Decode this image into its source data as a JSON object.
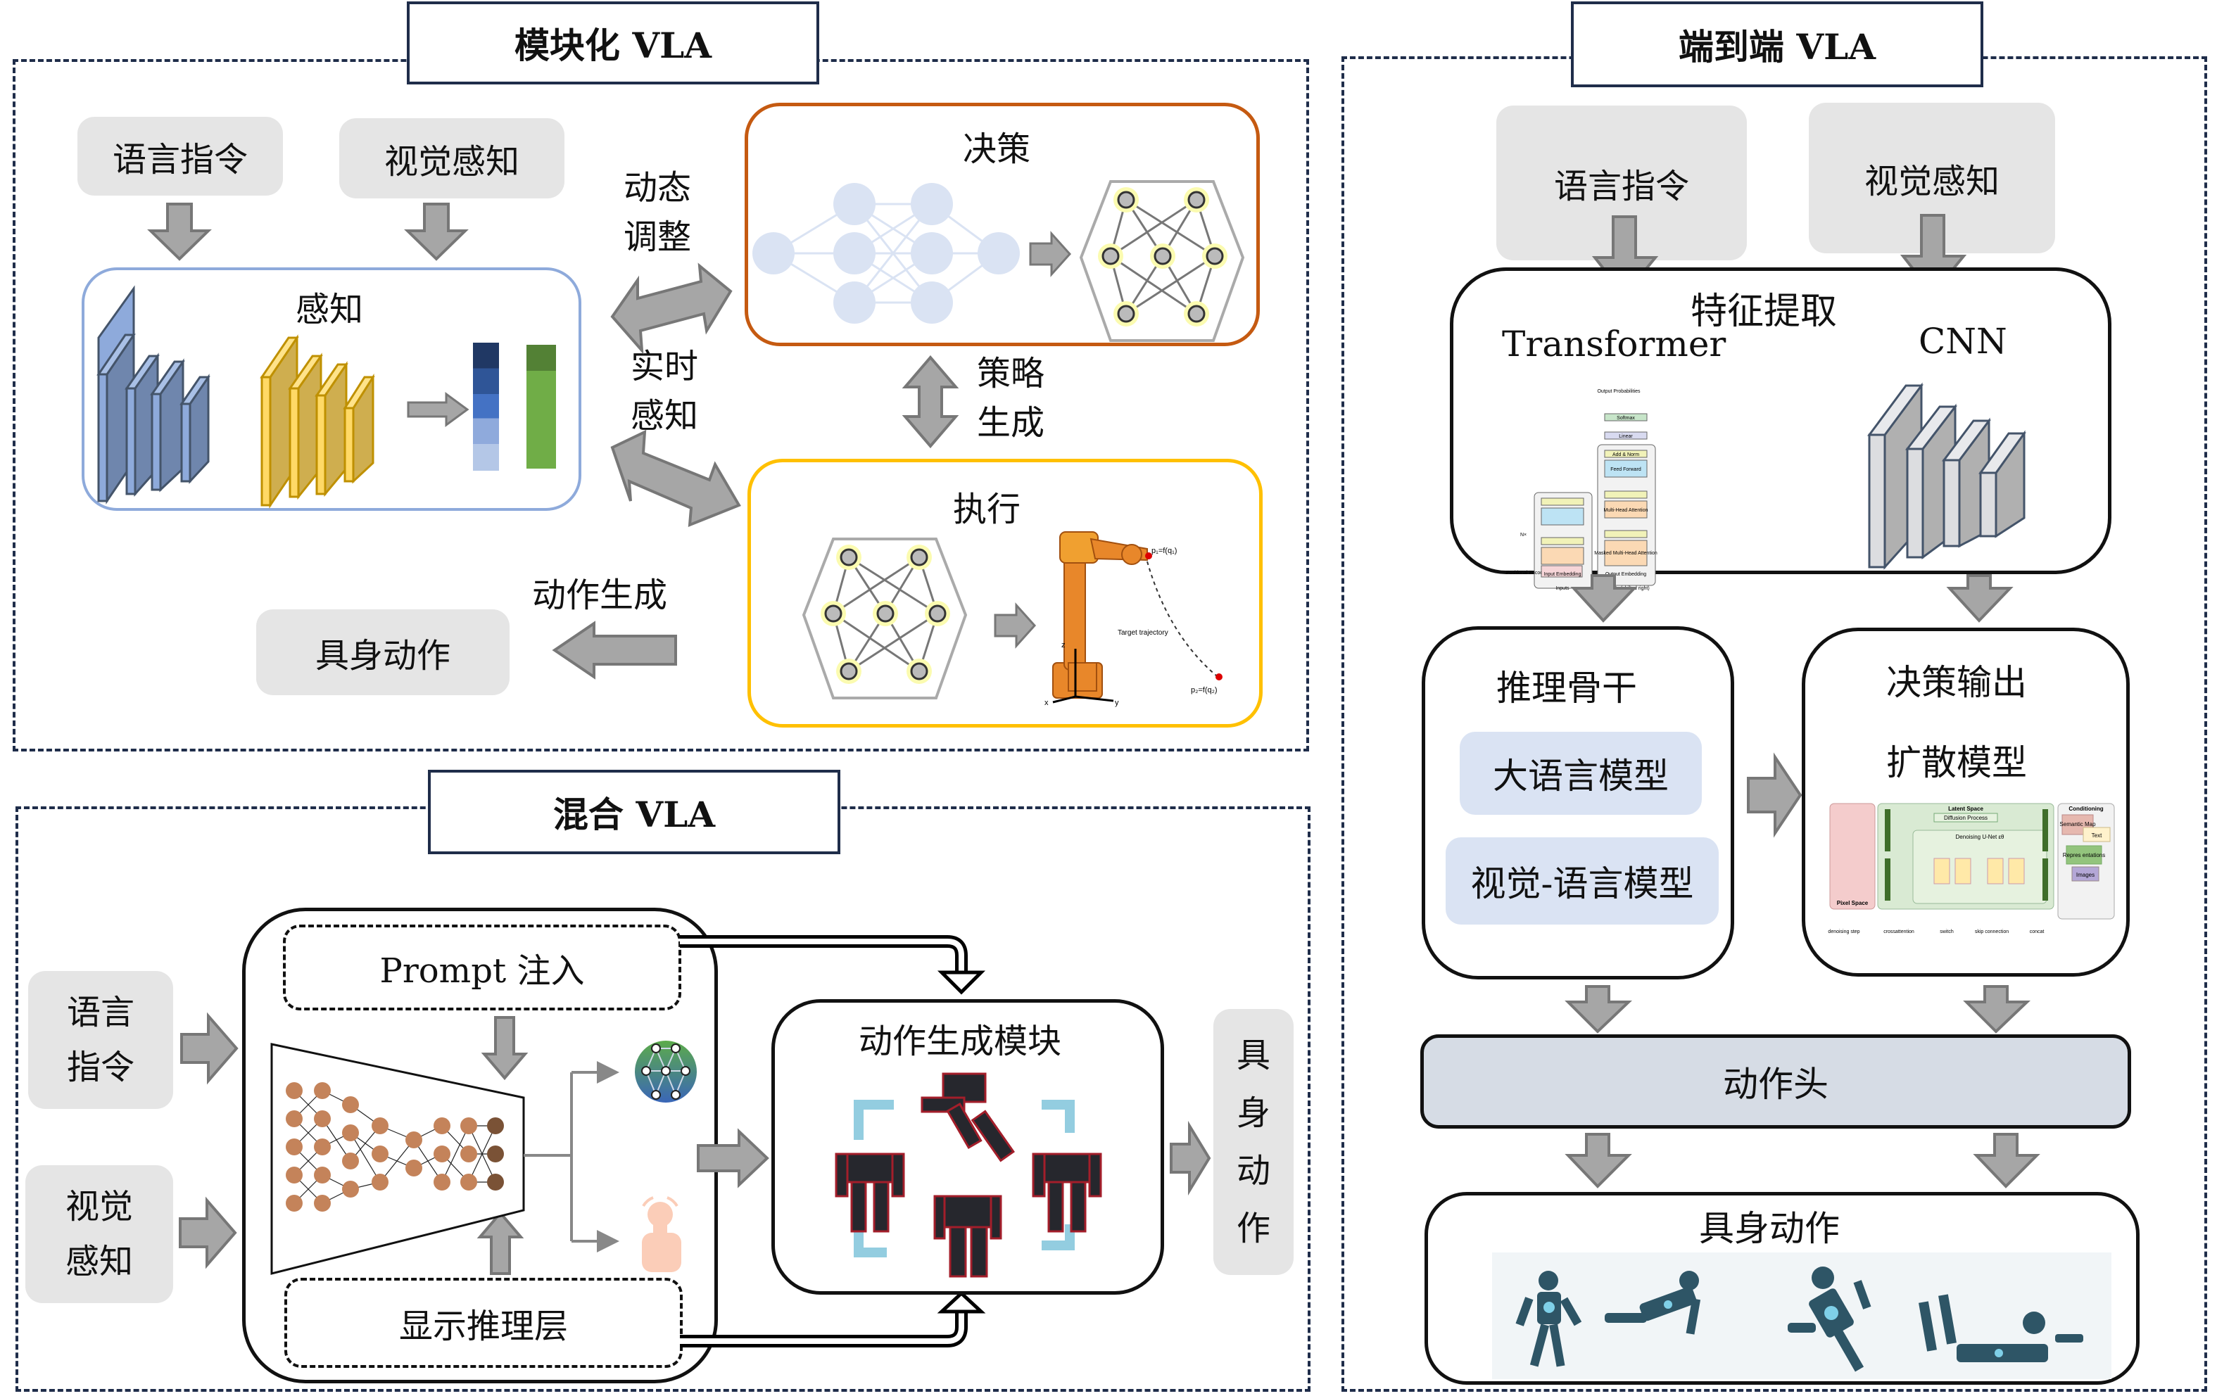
{
  "modular": {
    "title": "模块化 VLA",
    "inputs": {
      "language": "语言指令",
      "vision": "视觉感知"
    },
    "perception": {
      "title": "感知"
    },
    "decision": {
      "title": "决策"
    },
    "execution": {
      "title": "执行",
      "robot_annotations": {
        "p1": "p₁=f(q₁)",
        "trajectory": "Target trajectory",
        "p2": "p₂=f(q₂)",
        "axis_x": "x",
        "axis_y": "y",
        "axis_z": "z"
      }
    },
    "links": {
      "dynamic_adjust": [
        "动态",
        "调整"
      ],
      "realtime_perception": [
        "实时",
        "感知"
      ],
      "policy_generation": [
        "策略",
        "生成"
      ],
      "action_generation": "动作生成"
    },
    "output": "具身动作",
    "colors": {
      "perception_border": "#8eaadb",
      "decision_border": "#c55a11",
      "execution_border": "#ffc000"
    }
  },
  "hybrid": {
    "title": "混合 VLA",
    "inputs": {
      "language": [
        "语言",
        "指令"
      ],
      "vision": [
        "视觉",
        "感知"
      ]
    },
    "prompt_injection": "Prompt 注入",
    "explicit_reasoning": "显示推理层",
    "action_module": "动作生成模块",
    "output": [
      "具",
      "身",
      "动",
      "作"
    ]
  },
  "end_to_end": {
    "title": "端到端 VLA",
    "inputs": {
      "language": "语言指令",
      "vision": "视觉感知"
    },
    "feature_extraction": {
      "title": "特征提取",
      "transformer_label": "Transformer",
      "cnn_label": "CNN",
      "transformer_diagram": {
        "output_probs": "Output Probabilities",
        "softmax": "Softmax",
        "linear": "Linear",
        "add_norm": "Add & Norm",
        "feed_forward": "Feed Forward",
        "multi_head": "Multi-Head Attention",
        "masked_multi_head": "Masked Multi-Head Attention",
        "nx": "N×",
        "pos_enc": "Positional Encoding",
        "input_emb": "Input Embedding",
        "output_emb": "Output Embedding",
        "inputs": "Inputs",
        "outputs": "Outputs (shifted right)"
      }
    },
    "reasoning_backbone": {
      "title": "推理骨干",
      "items": [
        "大语言模型",
        "视觉-语言模型"
      ]
    },
    "decision_output": {
      "title": "决策输出",
      "subtitle": "扩散模型",
      "diffusion_diagram": {
        "latent_space": "Latent Space",
        "diffusion_process": "Diffusion Process",
        "denoising_unet": "Denoising U-Net εθ",
        "pixel_space": "Pixel Space",
        "conditioning": "Conditioning",
        "cond_items": [
          "Semantic Map",
          "Text",
          "Repres entations",
          "Images"
        ],
        "legend": [
          "denoising step",
          "crossattention",
          "switch",
          "skip connection",
          "concat"
        ]
      }
    },
    "action_head": "动作头",
    "embodied_action": "具身动作"
  }
}
